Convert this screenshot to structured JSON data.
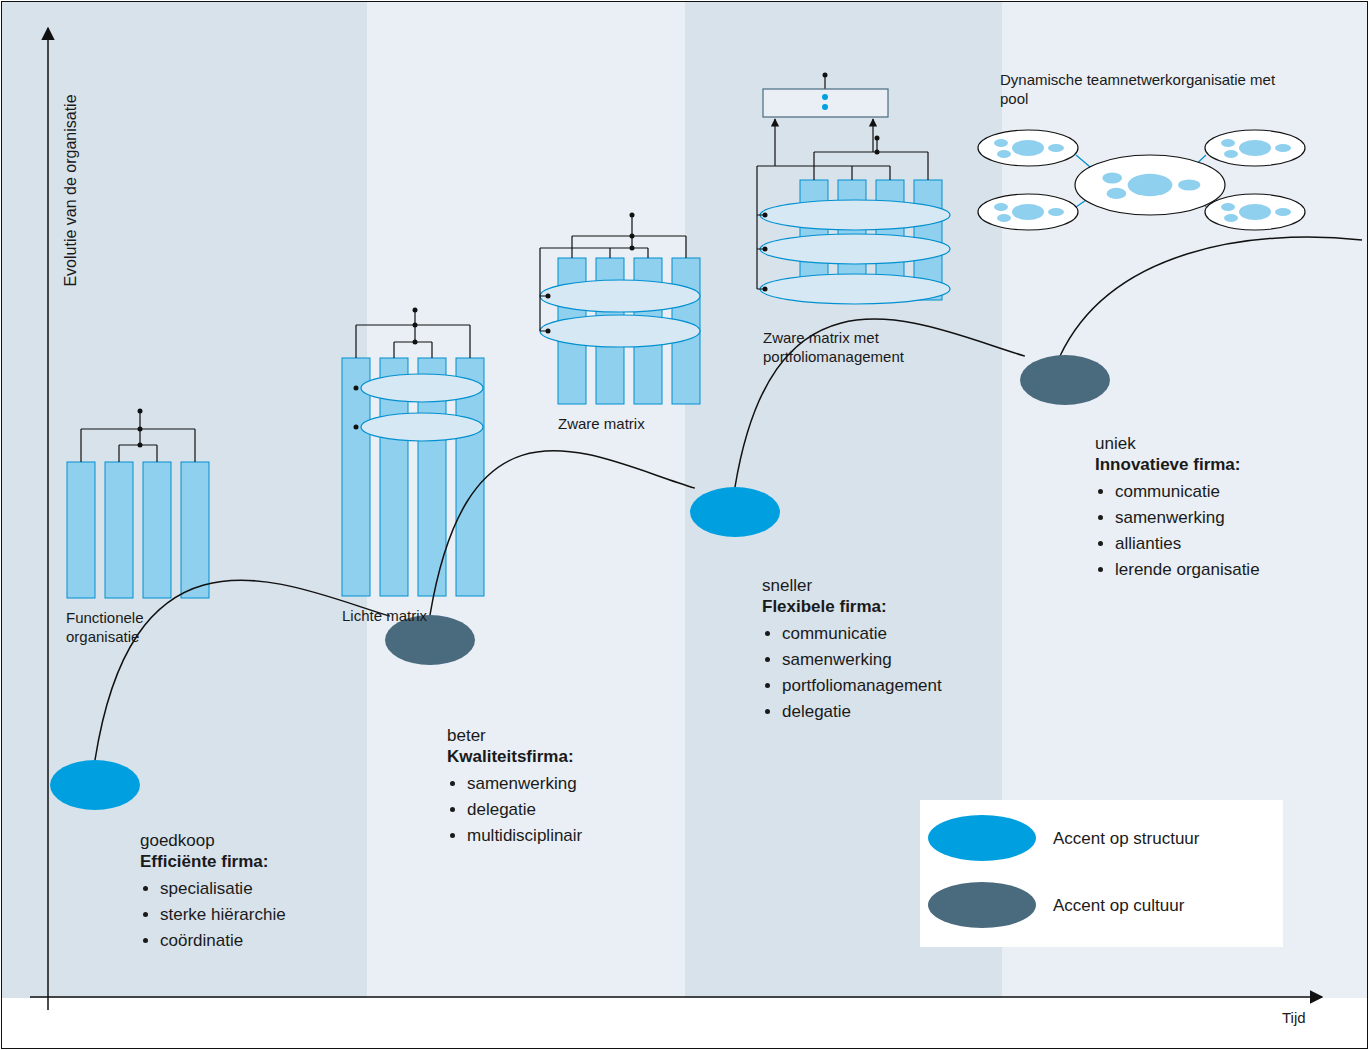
{
  "diagram": {
    "nodes": [
      {
        "text": [
          "goedkoop",
          "Efficiënte firma:",
          "specialisatie",
          "sterke hiërarchie",
          "coördinatie"
        ]
      },
      {
        "text": [
          "beter",
          "Kwaliteitsfirma:",
          "samenwerking",
          "delegatie",
          "multidisciplinair"
        ]
      },
      {
        "text": [
          "sneller",
          "Flexibele firma:",
          "communicatie",
          "samenwerking",
          "portfoliomanagement",
          "delegatie"
        ]
      },
      {
        "text": [
          "uniek",
          "Innovatieve firma:",
          "communicatie",
          "samenwerking",
          "allianties",
          "lerende organisatie"
        ]
      }
    ],
    "edges": [
      {
        "from": 0,
        "to": 1,
        "arrow": "none"
      },
      {
        "from": 1,
        "to": 2,
        "arrow": "none"
      },
      {
        "from": 2,
        "to": 3,
        "arrow": "none"
      }
    ],
    "labels": [
      "Evolutie van de organisatie",
      "Functionele organisatie",
      "Lichte matrix",
      "Zware matrix",
      "Zware matrix met portfoliomanagement",
      "Dynamische teamnetwerkorganisatie met pool",
      "Tijd"
    ],
    "legend": [
      {
        "text": "Accent op structuur",
        "color": "#00a0e0"
      },
      {
        "text": "Accent op cultuur",
        "color": "#4a6a7e"
      }
    ]
  }
}
